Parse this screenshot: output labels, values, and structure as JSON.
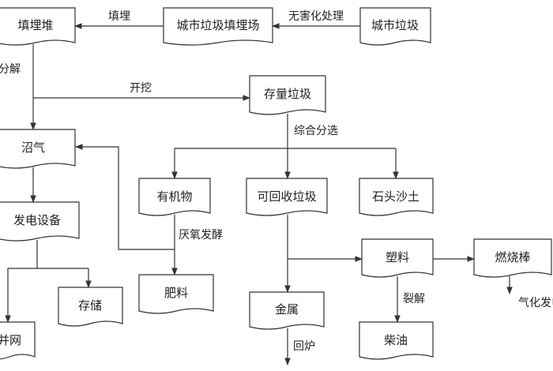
{
  "diagram": {
    "nodes": {
      "landfill_pile": "填埋堆",
      "city_landfill": "城市垃圾填埋场",
      "city_waste": "城市垃圾",
      "stock_waste": "存量垃圾",
      "biogas": "沼气",
      "power_equipment": "发电设备",
      "organic": "有机物",
      "recyclable": "可回收垃圾",
      "stone_sand": "石头沙土",
      "fertilizer": "肥料",
      "storage": "存储",
      "grid": "并网",
      "plastic": "塑料",
      "fuel_rod": "燃烧棒",
      "metal": "金属",
      "diesel": "柴油"
    },
    "edges": {
      "harmless_treatment": "无害化处理",
      "landfill": "填埋",
      "decompose": "分解",
      "excavate": "开挖",
      "sorting": "综合分选",
      "anaerobic": "厌氧发酵",
      "pyrolysis": "裂解",
      "gasify": "气化发电",
      "return_furnace": "回炉"
    },
    "colors": {
      "stroke": "#333333",
      "text": "#222222"
    }
  }
}
